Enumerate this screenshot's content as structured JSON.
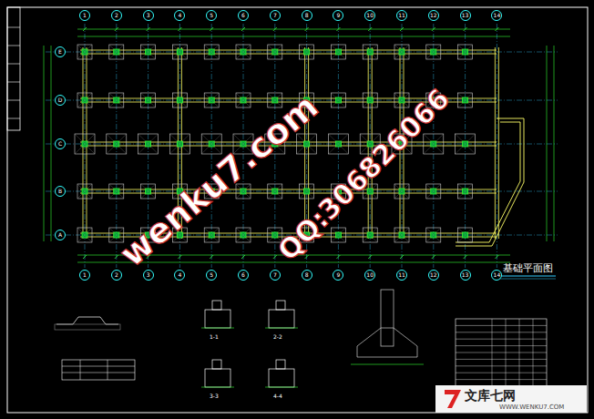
{
  "diagram": {
    "title": "基础平面图",
    "nodes": [
      {
        "text": [
          "1"
        ]
      },
      {
        "text": [
          "2"
        ]
      },
      {
        "text": [
          "3"
        ]
      },
      {
        "text": [
          "4"
        ]
      },
      {
        "text": [
          "5"
        ]
      },
      {
        "text": [
          "6"
        ]
      },
      {
        "text": [
          "7"
        ]
      },
      {
        "text": [
          "8"
        ]
      },
      {
        "text": [
          "9"
        ]
      },
      {
        "text": [
          "10"
        ]
      },
      {
        "text": [
          "11"
        ]
      },
      {
        "text": [
          "12"
        ]
      },
      {
        "text": [
          "13"
        ]
      },
      {
        "text": [
          "14"
        ]
      },
      {
        "text": [
          "E"
        ]
      },
      {
        "text": [
          "D"
        ]
      },
      {
        "text": [
          "C"
        ]
      },
      {
        "text": [
          "B"
        ]
      },
      {
        "text": [
          "A"
        ]
      },
      {
        "text": [
          "1"
        ]
      },
      {
        "text": [
          "2"
        ]
      },
      {
        "text": [
          "3"
        ]
      },
      {
        "text": [
          "4"
        ]
      },
      {
        "text": [
          "5"
        ]
      },
      {
        "text": [
          "6"
        ]
      },
      {
        "text": [
          "7"
        ]
      },
      {
        "text": [
          "8"
        ]
      },
      {
        "text": [
          "9"
        ]
      },
      {
        "text": [
          "10"
        ]
      },
      {
        "text": [
          "11"
        ]
      },
      {
        "text": [
          "12"
        ]
      },
      {
        "text": [
          "13"
        ]
      },
      {
        "text": [
          "14"
        ]
      }
    ],
    "labels": [
      "wenku7.com",
      "QQ:306826066",
      "文库七网",
      "WWW.WENKU7.COM",
      "1-1",
      "2-2",
      "3-3",
      "4-4"
    ]
  }
}
